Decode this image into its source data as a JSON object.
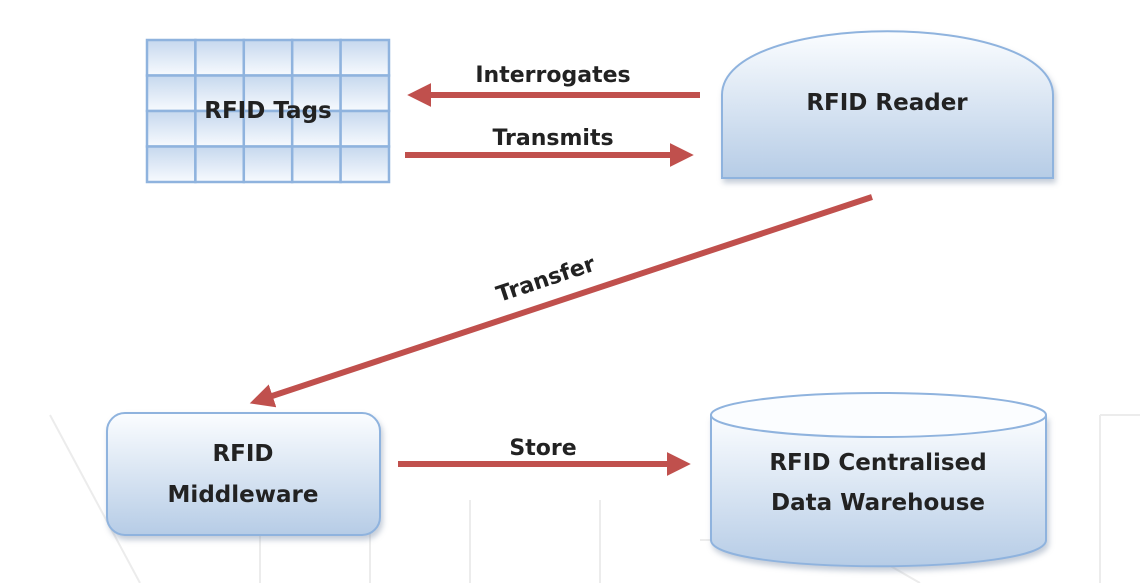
{
  "diagram": {
    "type": "flow",
    "nodes": [
      {
        "id": "tags",
        "label": "RFID Tags",
        "shape": "grid-table"
      },
      {
        "id": "reader",
        "label": "RFID Reader",
        "shape": "dome"
      },
      {
        "id": "middleware",
        "label_lines": [
          "RFID",
          "Middleware"
        ],
        "shape": "rounded-rect"
      },
      {
        "id": "warehouse",
        "label_lines": [
          "RFID Centralised",
          "Data Warehouse"
        ],
        "shape": "cylinder"
      }
    ],
    "edges": [
      {
        "from": "reader",
        "to": "tags",
        "label": "Interrogates"
      },
      {
        "from": "tags",
        "to": "reader",
        "label": "Transmits"
      },
      {
        "from": "reader",
        "to": "middleware",
        "label": "Transfer"
      },
      {
        "from": "middleware",
        "to": "warehouse",
        "label": "Store"
      }
    ],
    "colors": {
      "arrow": "#c0504d",
      "shape_stroke": "#8fb3de",
      "fill_light": "#f4f8fd",
      "fill_dark": "#b9cfe8",
      "text": "#222222",
      "watermark": "#e6e6e6"
    }
  }
}
